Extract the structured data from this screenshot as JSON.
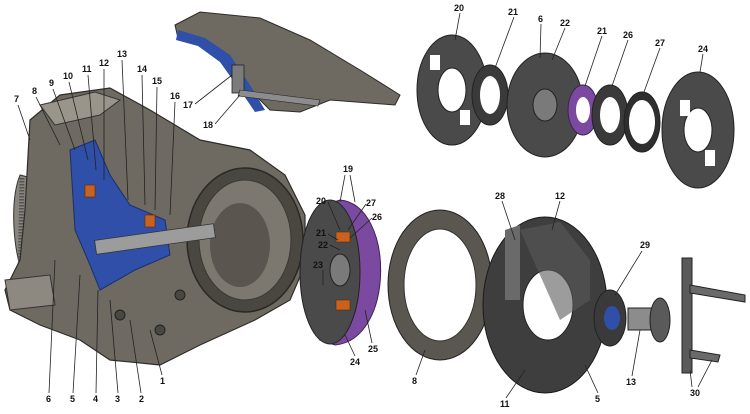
{
  "labels": [
    {
      "id": "l1",
      "text": "1"
    },
    {
      "id": "l2",
      "text": "2"
    },
    {
      "id": "l3",
      "text": "3"
    },
    {
      "id": "l4",
      "text": "4"
    },
    {
      "id": "l5a",
      "text": "5"
    },
    {
      "id": "l6a",
      "text": "6"
    },
    {
      "id": "l7",
      "text": "7"
    },
    {
      "id": "l8a",
      "text": "8"
    },
    {
      "id": "l9",
      "text": "9"
    },
    {
      "id": "l10",
      "text": "10"
    },
    {
      "id": "l11a",
      "text": "11"
    },
    {
      "id": "l12a",
      "text": "12"
    },
    {
      "id": "l13a",
      "text": "13"
    },
    {
      "id": "l14",
      "text": "14"
    },
    {
      "id": "l15",
      "text": "15"
    },
    {
      "id": "l16",
      "text": "16"
    },
    {
      "id": "l17",
      "text": "17"
    },
    {
      "id": "l18",
      "text": "18"
    },
    {
      "id": "l19",
      "text": "19"
    },
    {
      "id": "l20a",
      "text": "20"
    },
    {
      "id": "l21a",
      "text": "21"
    },
    {
      "id": "l22a",
      "text": "22"
    },
    {
      "id": "l23",
      "text": "23"
    },
    {
      "id": "l24a",
      "text": "24"
    },
    {
      "id": "l25",
      "text": "25"
    },
    {
      "id": "l26a",
      "text": "26"
    },
    {
      "id": "l27a",
      "text": "27"
    },
    {
      "id": "l20b",
      "text": "20"
    },
    {
      "id": "l21b",
      "text": "21"
    },
    {
      "id": "l6b",
      "text": "6"
    },
    {
      "id": "l22b",
      "text": "22"
    },
    {
      "id": "l21c",
      "text": "21"
    },
    {
      "id": "l26b",
      "text": "26"
    },
    {
      "id": "l27b",
      "text": "27"
    },
    {
      "id": "l24b",
      "text": "24"
    },
    {
      "id": "l28",
      "text": "28"
    },
    {
      "id": "l12b",
      "text": "12"
    },
    {
      "id": "l29",
      "text": "29"
    },
    {
      "id": "l8b",
      "text": "8"
    },
    {
      "id": "l11b",
      "text": "11"
    },
    {
      "id": "l5b",
      "text": "5"
    },
    {
      "id": "l13b",
      "text": "13"
    },
    {
      "id": "l30",
      "text": "30"
    }
  ],
  "colors": {
    "housing": "#6e6a62",
    "housing_dark": "#3f3c37",
    "housing_light": "#9a958b",
    "cutaway_blue": "#2f4fa8",
    "friction_purple": "#7b4aa0",
    "spring_orange": "#c8621c",
    "steel": "#4a4a4a",
    "steel_light": "#8c8c8c"
  }
}
